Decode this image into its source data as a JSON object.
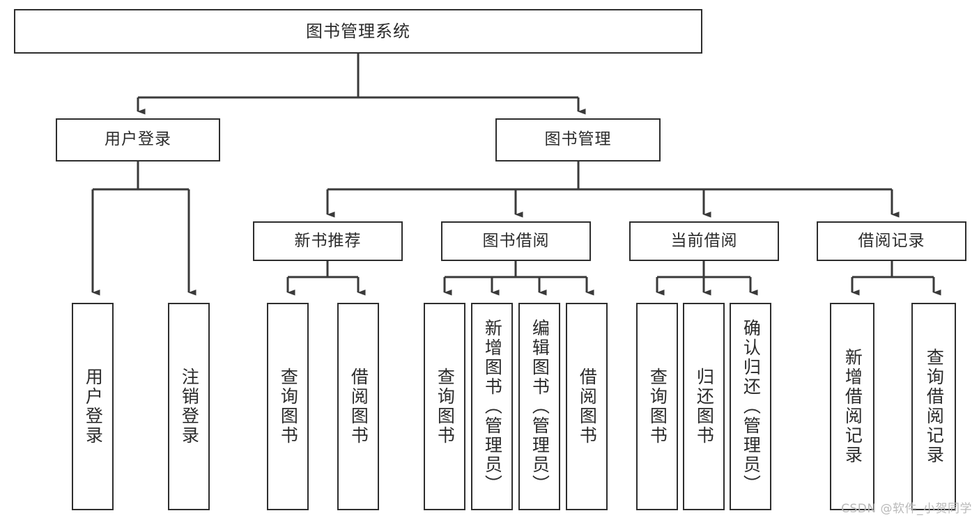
{
  "diagram": {
    "title": "图书管理系统",
    "type": "tree",
    "watermark": "CSDN @软件_小贺同学",
    "colors": {
      "box_border": "#2e2e2e",
      "box_fill": "#ffffff",
      "line": "#3a3a3a",
      "text": "#2b2b2b",
      "background": "#ffffff",
      "watermark": "#b9b9b9"
    },
    "nodes": {
      "root": {
        "label": "图书管理系统"
      },
      "level2": [
        {
          "label": "用户登录"
        },
        {
          "label": "图书管理"
        }
      ],
      "level3": [
        {
          "label": "新书推荐"
        },
        {
          "label": "图书借阅"
        },
        {
          "label": "当前借阅"
        },
        {
          "label": "借阅记录"
        }
      ],
      "leaves_user_login": [
        {
          "label": "用户登录"
        },
        {
          "label": "注销登录"
        }
      ],
      "leaves_new_book": [
        {
          "label": "查询图书"
        },
        {
          "label": "借阅图书"
        }
      ],
      "leaves_borrow": [
        {
          "label": "查询图书"
        },
        {
          "label": "新增图书（管理员）"
        },
        {
          "label": "编辑图书（管理员）"
        },
        {
          "label": "借阅图书"
        }
      ],
      "leaves_current": [
        {
          "label": "查询图书"
        },
        {
          "label": "归还图书"
        },
        {
          "label": "确认归还（管理员）"
        }
      ],
      "leaves_record": [
        {
          "label": "新增借阅记录"
        },
        {
          "label": "查询借阅记录"
        }
      ]
    }
  }
}
